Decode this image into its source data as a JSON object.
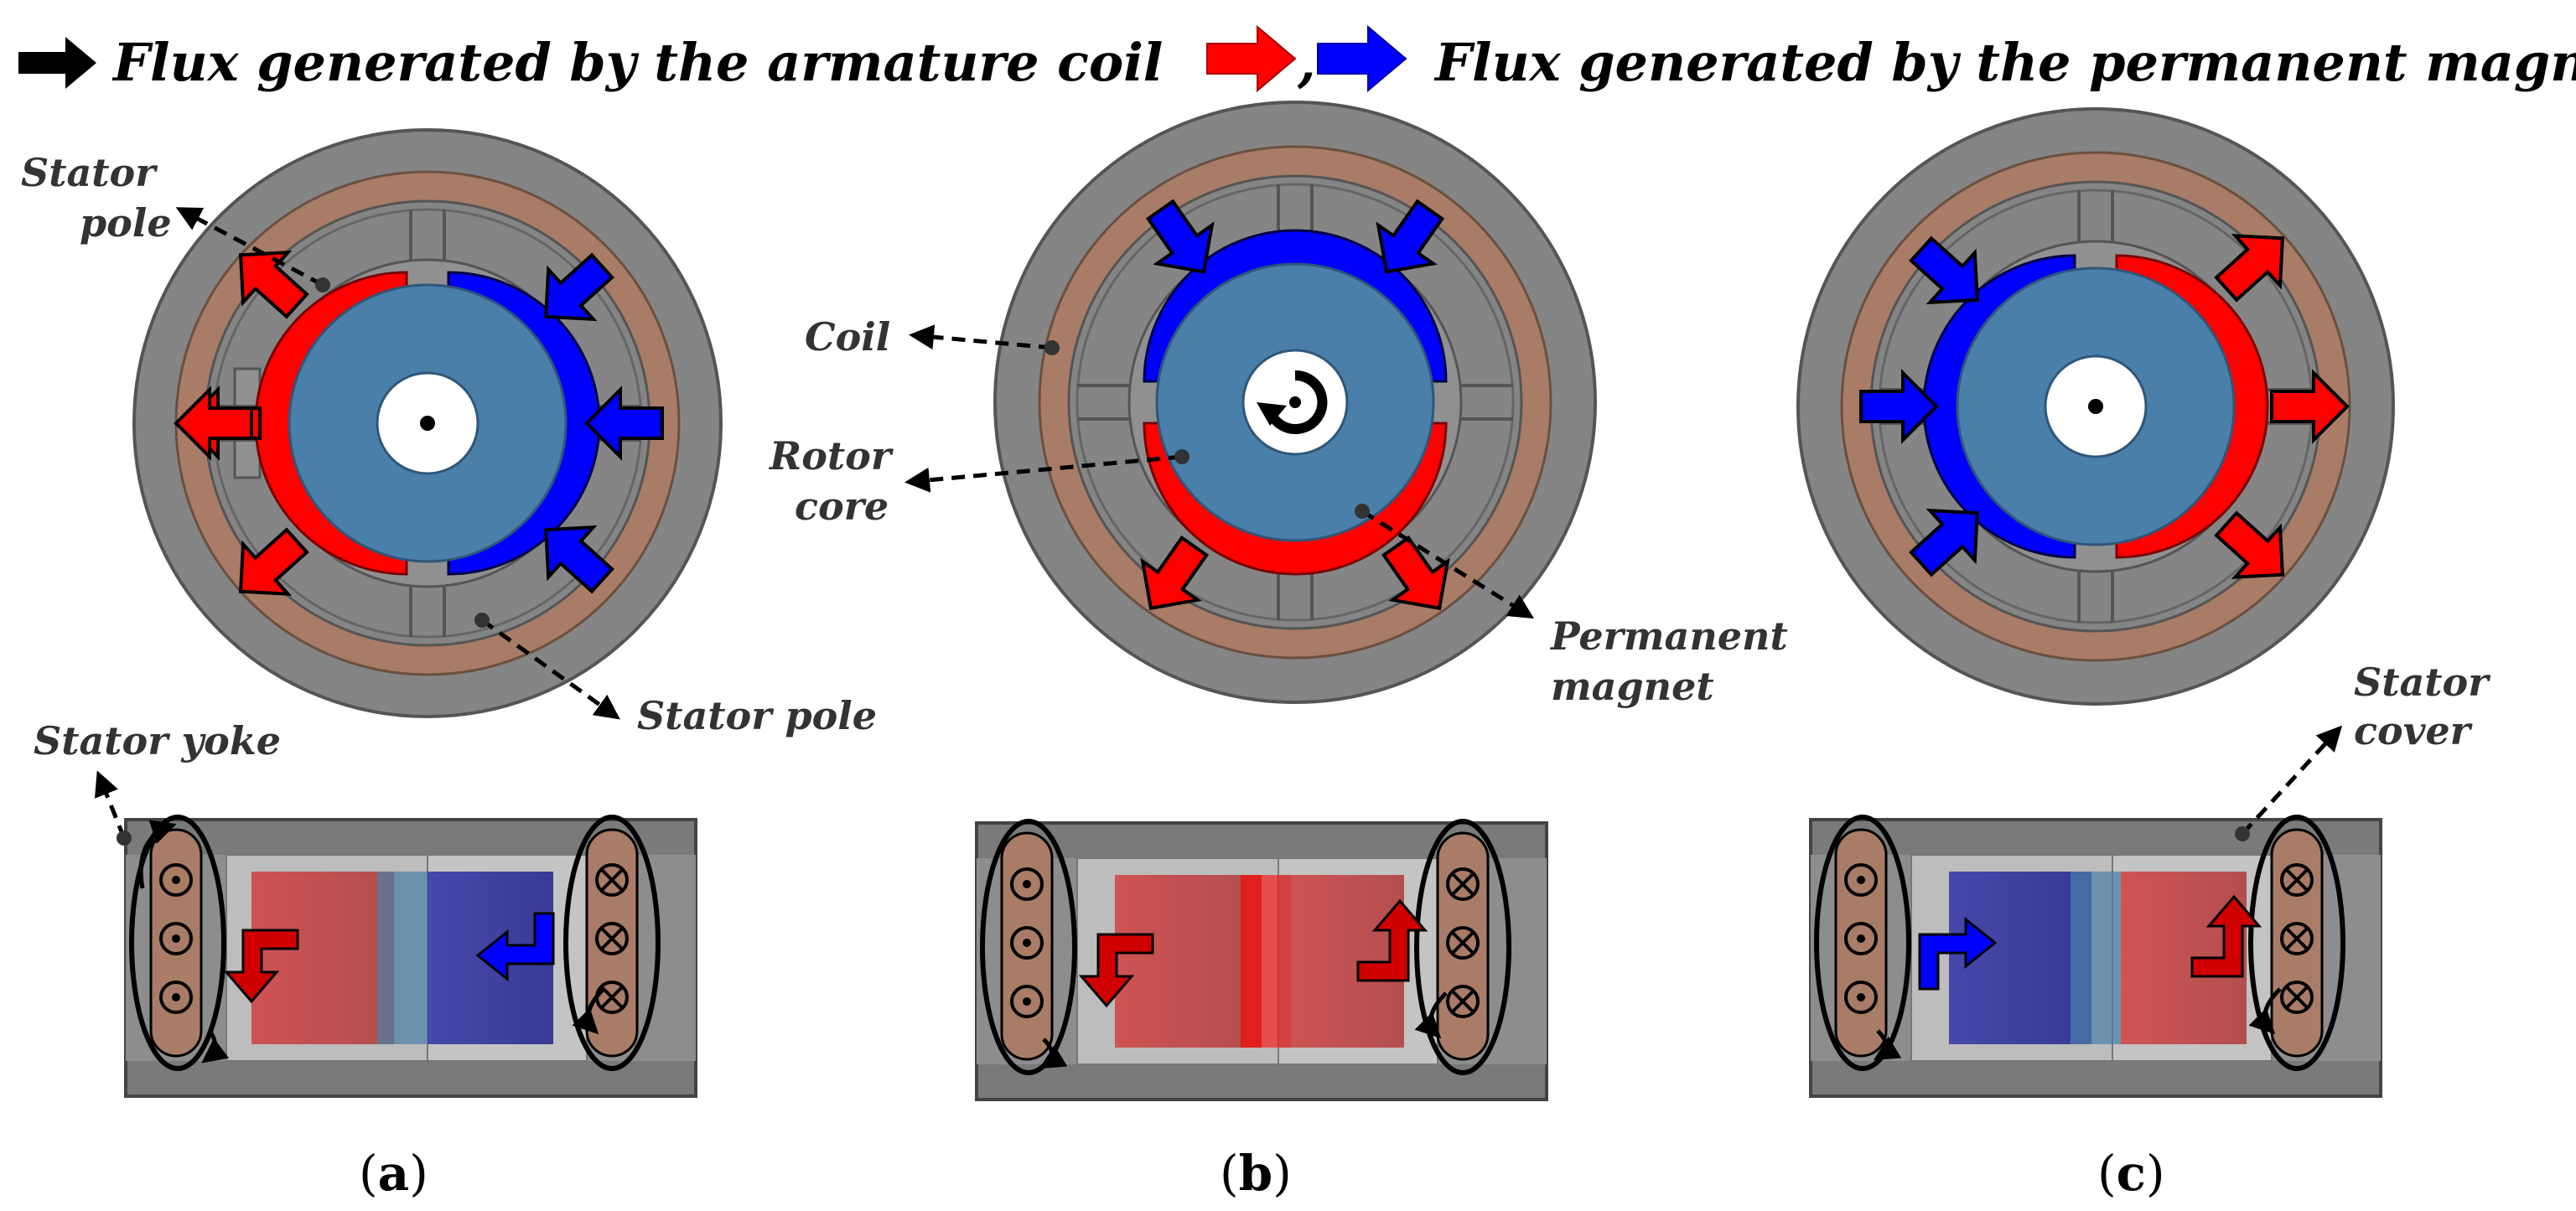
{
  "legend": {
    "armature_text": "Flux generated by the armature coil",
    "comma": ",",
    "magnet_text": "Flux generated by the permanent magnet"
  },
  "labels": {
    "stator_pole_top": [
      "Stator",
      "pole"
    ],
    "stator_pole_bottom": "Stator pole",
    "stator_yoke": "Stator yoke",
    "coil": "Coil",
    "rotor_core": [
      "Rotor",
      "core"
    ],
    "permanent_magnet": [
      "Permanent",
      "magnet"
    ],
    "stator_cover": [
      "Stator",
      "cover"
    ]
  },
  "captions": {
    "a": {
      "open": "(",
      "letter": "a",
      "close": ")"
    },
    "b": {
      "open": "(",
      "letter": "b",
      "close": ")"
    },
    "c": {
      "open": "(",
      "letter": "c",
      "close": ")"
    }
  },
  "colors": {
    "stator": "#858585",
    "stator_edge": "#555555",
    "coil": "#A97C67",
    "rotor_core": "#4A7FAA",
    "magnet_red": "#FF0000",
    "magnet_blue": "#0000FF",
    "flux_black": "#000000",
    "bg": "#FFFFFF"
  },
  "icons": {
    "armature_flux": "black-right-arrow-icon",
    "magnet_flux_red": "red-right-arrow-icon",
    "magnet_flux_blue": "blue-right-arrow-icon",
    "rotation": "rotation-arrow-icon",
    "current_in": "cross-circle-icon",
    "current_out": "dot-circle-icon"
  }
}
